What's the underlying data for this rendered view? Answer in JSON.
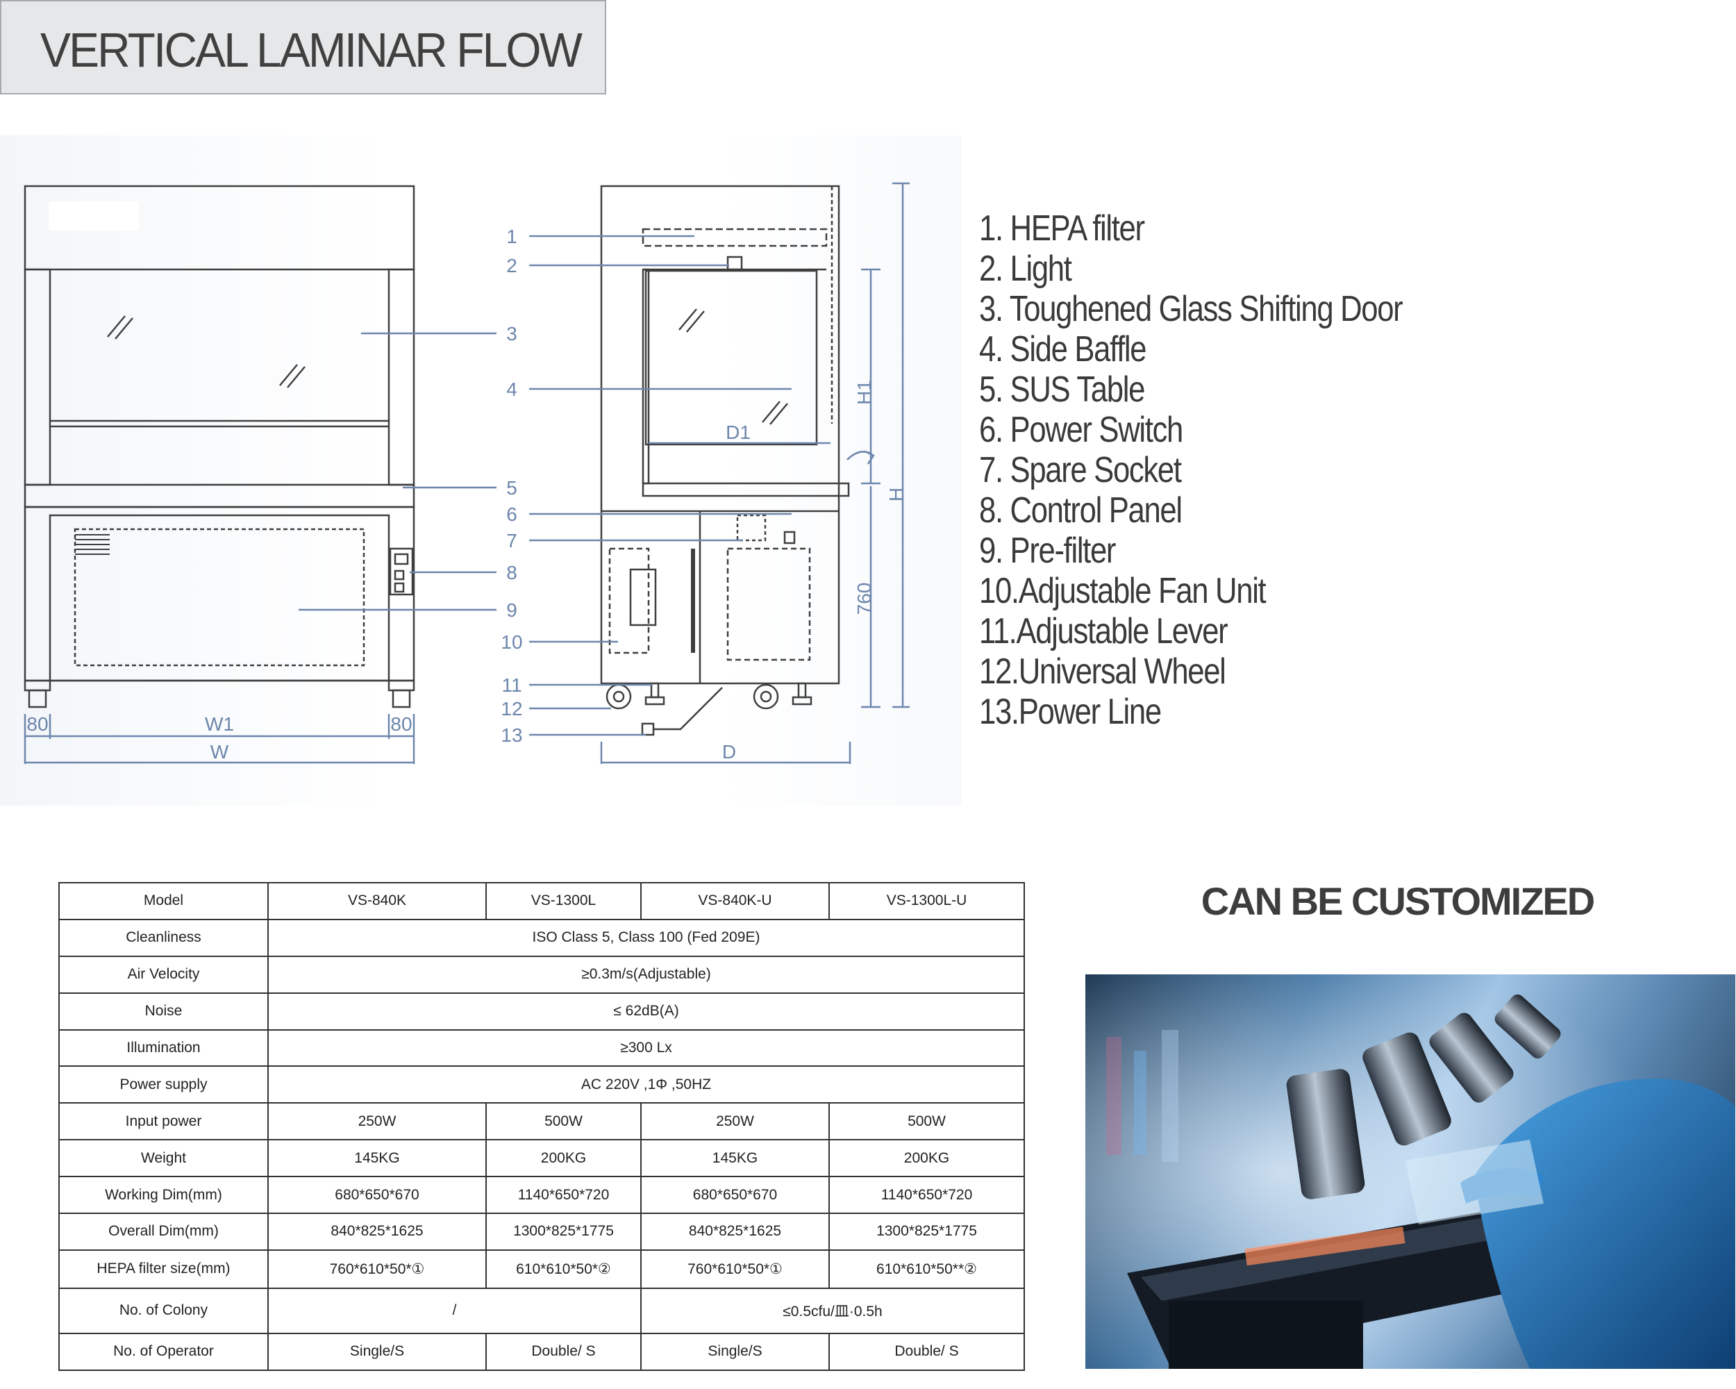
{
  "header": {
    "title": "VERTICAL LAMINAR FLOW"
  },
  "drawing": {
    "callouts": [
      "1",
      "2",
      "3",
      "4",
      "5",
      "6",
      "7",
      "8",
      "9",
      "10",
      "11",
      "12",
      "13"
    ],
    "dims": {
      "front_left": "80",
      "front_right": "80",
      "w1": "W1",
      "w": "W",
      "d": "D",
      "d1": "D1",
      "h1": "H1",
      "h": "H",
      "table_height": "760"
    }
  },
  "legend": [
    "1. HEPA filter",
    "2. Light",
    "3. Toughened Glass Shifting Door",
    "4. Side Baffle",
    "5. SUS Table",
    "6. Power Switch",
    "7. Spare Socket",
    "8. Control Panel",
    "9. Pre-filter",
    "10.Adjustable Fan Unit",
    "11.Adjustable Lever",
    "12.Universal Wheel",
    "13.Power Line"
  ],
  "spec_table": {
    "rows": [
      [
        "Model",
        "VS-840K",
        "VS-1300L",
        "VS-840K-U",
        "VS-1300L-U"
      ],
      [
        "Cleanliness",
        "ISO Class 5, Class 100 (Fed 209E)"
      ],
      [
        "Air Velocity",
        "≥0.3m/s(Adjustable)"
      ],
      [
        "Noise",
        "≤ 62dB(A)"
      ],
      [
        "Illumination",
        "≥300 Lx"
      ],
      [
        "Power supply",
        "AC 220V ,1Φ ,50HZ"
      ],
      [
        "Input power",
        "250W",
        "500W",
        "250W",
        "500W"
      ],
      [
        "Weight",
        "145KG",
        "200KG",
        "145KG",
        "200KG"
      ],
      [
        "Working Dim(mm)",
        "680*650*670",
        "1140*650*720",
        "680*650*670",
        "1140*650*720"
      ],
      [
        "Overall Dim(mm)",
        "840*825*1625",
        "1300*825*1775",
        "840*825*1625",
        "1300*825*1775"
      ],
      [
        "HEPA filter size(mm)",
        "760*610*50*①",
        "610*610*50*②",
        "760*610*50*①",
        "610*610*50**②"
      ],
      [
        "No. of Colony",
        "/",
        "≤0.5cfu/皿·0.5h"
      ],
      [
        "No. of Operator",
        "Single/S",
        "Double/ S",
        "Single/S",
        "Double/ S"
      ]
    ]
  },
  "customize": {
    "title": "CAN BE CUSTOMIZED"
  },
  "colors": {
    "line": "#3f3f3f",
    "dimension": "#6d86ad",
    "title_bg": "#e6e7e8",
    "photo_glove": "#1f6fb4"
  }
}
